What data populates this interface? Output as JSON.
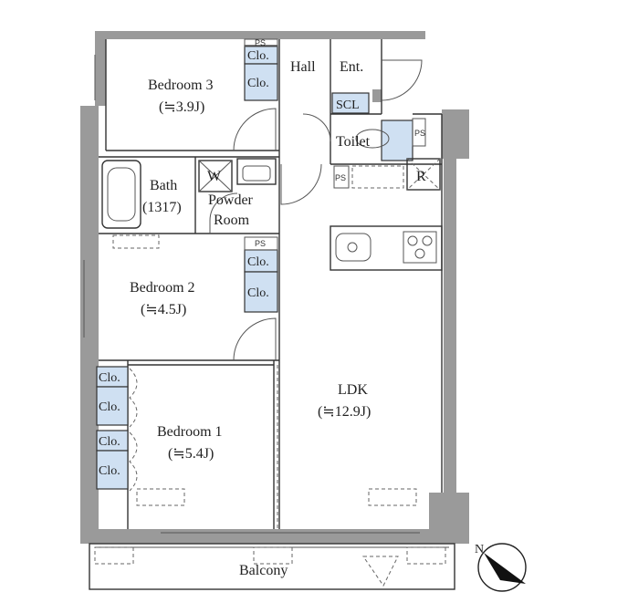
{
  "rooms": {
    "bedroom3": {
      "name": "Bedroom 3",
      "size": "(≒3.9J)"
    },
    "hall": {
      "name": "Hall"
    },
    "entrance": {
      "name": "Ent."
    },
    "scl": {
      "name": "SCL"
    },
    "toilet": {
      "name": "Toilet"
    },
    "bath": {
      "name": "Bath",
      "size": "(1317)"
    },
    "powder": {
      "line1": "Powder",
      "line2": "Room"
    },
    "washer": {
      "name": "W"
    },
    "fridge": {
      "name": "R"
    },
    "bedroom2": {
      "name": "Bedroom 2",
      "size": "(≒4.5J)"
    },
    "bedroom1": {
      "name": "Bedroom 1",
      "size": "(≒5.4J)"
    },
    "ldk": {
      "name": "LDK",
      "size": "(≒12.9J)"
    },
    "balcony": {
      "name": "Balcony"
    }
  },
  "closet_label": "Clo.",
  "pipe_space_label": "PS",
  "compass": {
    "north_label": "N",
    "icon": "compass-arrow-icon"
  },
  "colors": {
    "closet_fill": "#cfe0f2",
    "wall": "#9a9a9a"
  }
}
